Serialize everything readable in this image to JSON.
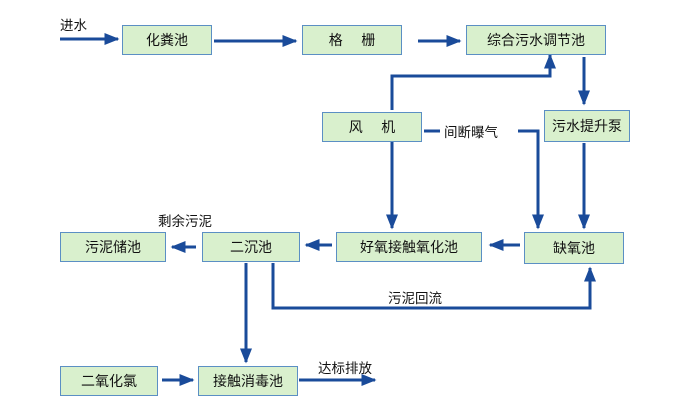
{
  "labels": {
    "input": "进水",
    "intermittent_aeration": "间断曝气",
    "excess_sludge": "剩余污泥",
    "sludge_return": "污泥回流",
    "discharge": "达标排放"
  },
  "nodes": {
    "septic_tank": "化粪池",
    "grille": "格 栅",
    "equalization_tank": "综合污水调节池",
    "blower": "风 机",
    "lift_pump": "污水提升泵",
    "sludge_tank": "污泥储池",
    "secondary_clarifier": "二沉池",
    "aerobic_tank": "好氧接触氧化池",
    "anoxic_tank": "缺氧池",
    "chlorine_dioxide": "二氧化氯",
    "disinfection_tank": "接触消毒池"
  },
  "colors": {
    "arrow": "#1a4b9a",
    "box_fill": "#d9f0cd",
    "box_border": "#5b8fc4"
  }
}
